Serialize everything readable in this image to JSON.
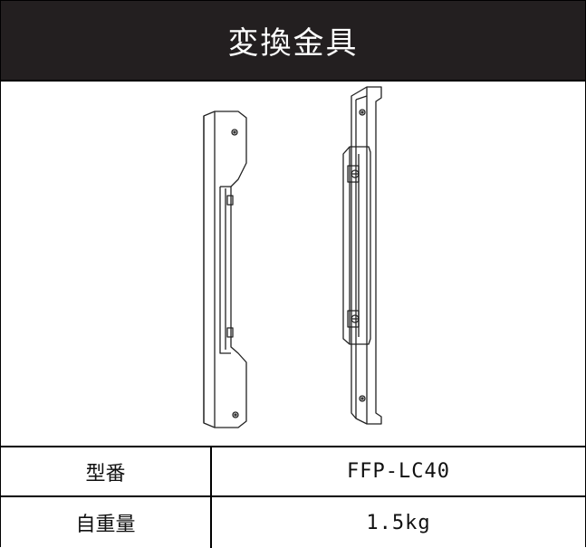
{
  "header": {
    "title": "変換金具"
  },
  "spec": {
    "rows": [
      {
        "label": "型番",
        "value": "FFP-LC40"
      },
      {
        "label": "自重量",
        "value": "1.5kg"
      }
    ]
  }
}
